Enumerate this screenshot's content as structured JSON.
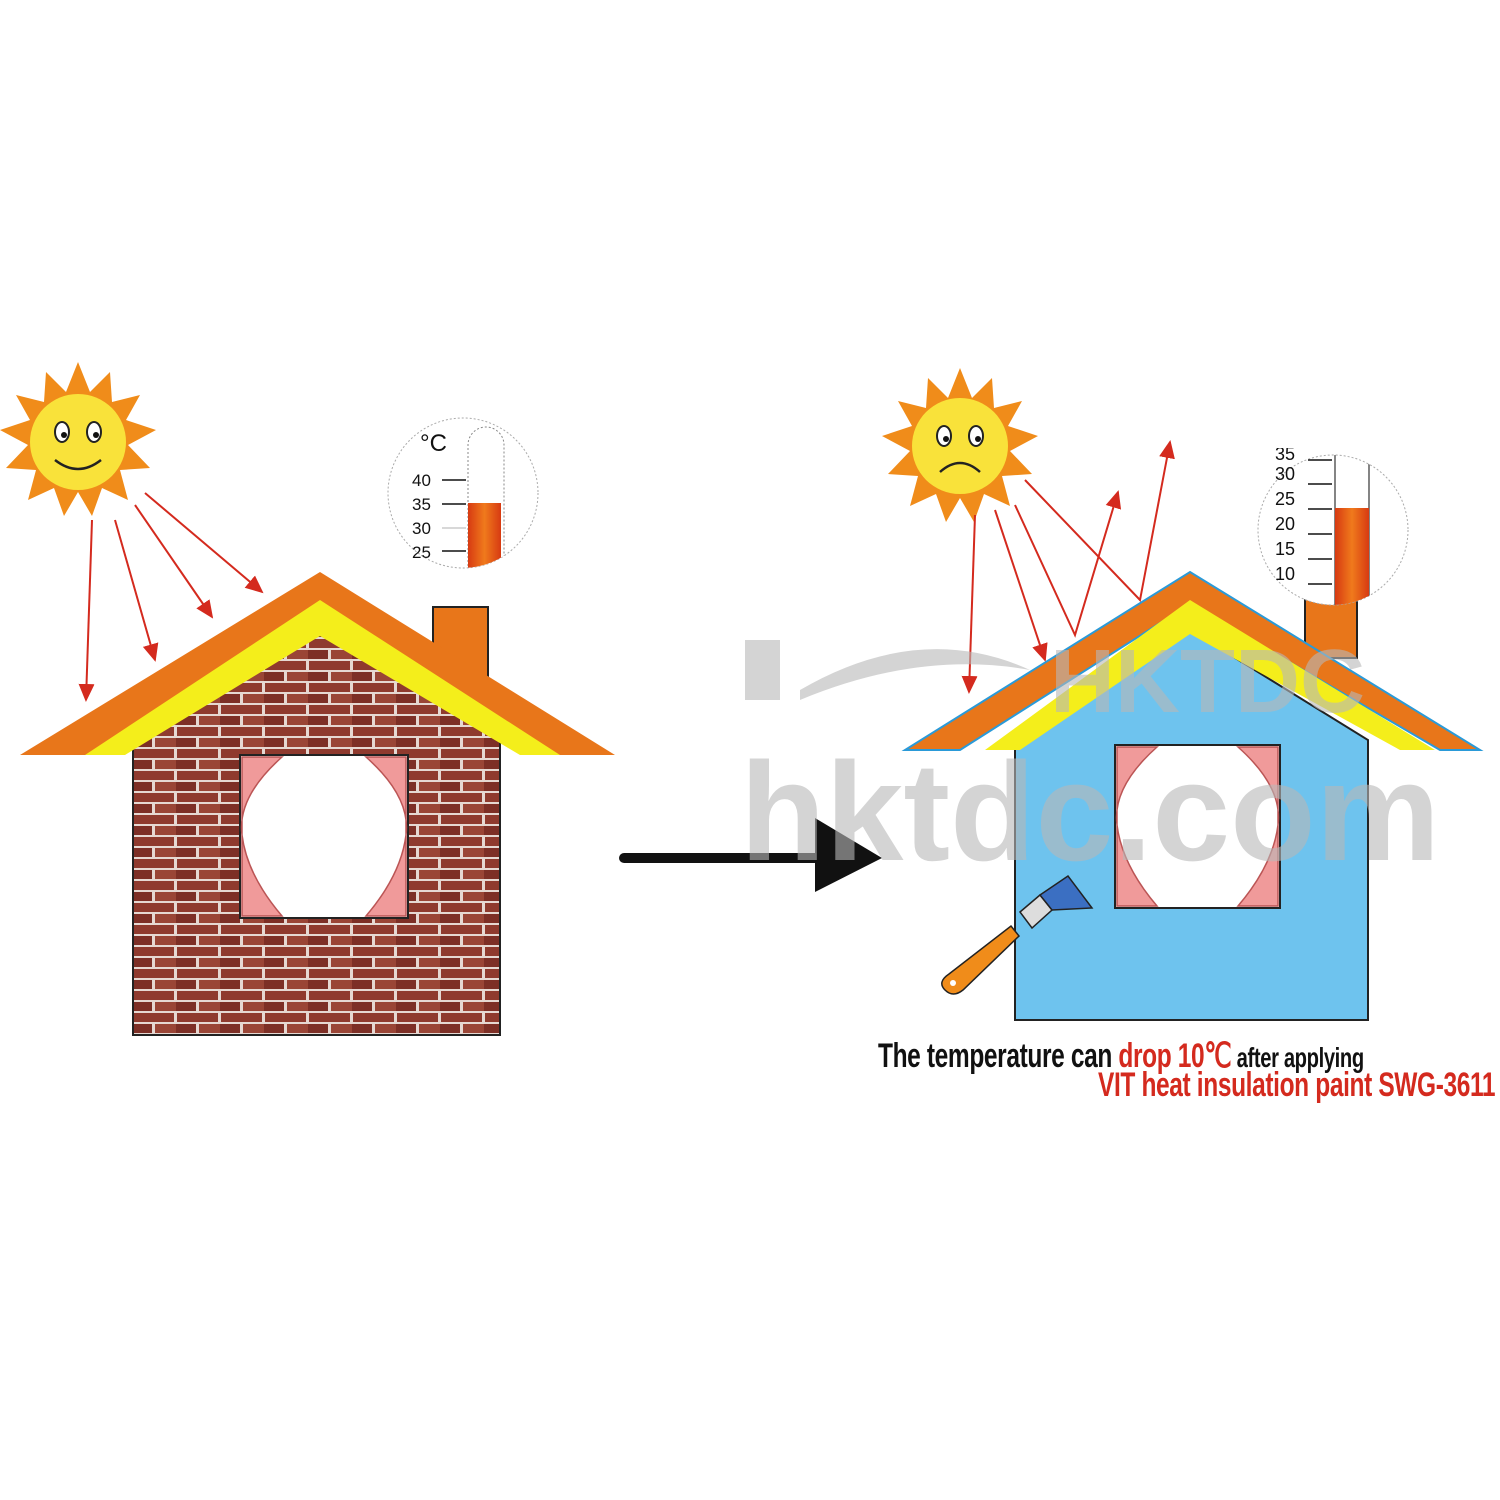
{
  "watermark": {
    "logo_text": "HKTDC",
    "site_text": "hktdc.com"
  },
  "before": {
    "thermometer": {
      "unit_label": "°C",
      "ticks": [
        "40",
        "35",
        "30",
        "25"
      ],
      "reading": 35
    }
  },
  "after": {
    "thermometer": {
      "ticks": [
        "35",
        "30",
        "25",
        "20",
        "15",
        "10"
      ],
      "reading": 25
    }
  },
  "caption": {
    "line1_part1": "The temperature can ",
    "line1_highlight": "drop 10℃",
    "line1_part2": " after applying",
    "line2": "VIT heat insulation paint SWG-3611"
  },
  "colors": {
    "roof_outer": "#e8761a",
    "roof_inner": "#f4ee1b",
    "painted_wall": "#6ec3ee",
    "brick": "#8f3a2e",
    "ray": "#d42a1e",
    "accent_text": "#d42a1e"
  }
}
